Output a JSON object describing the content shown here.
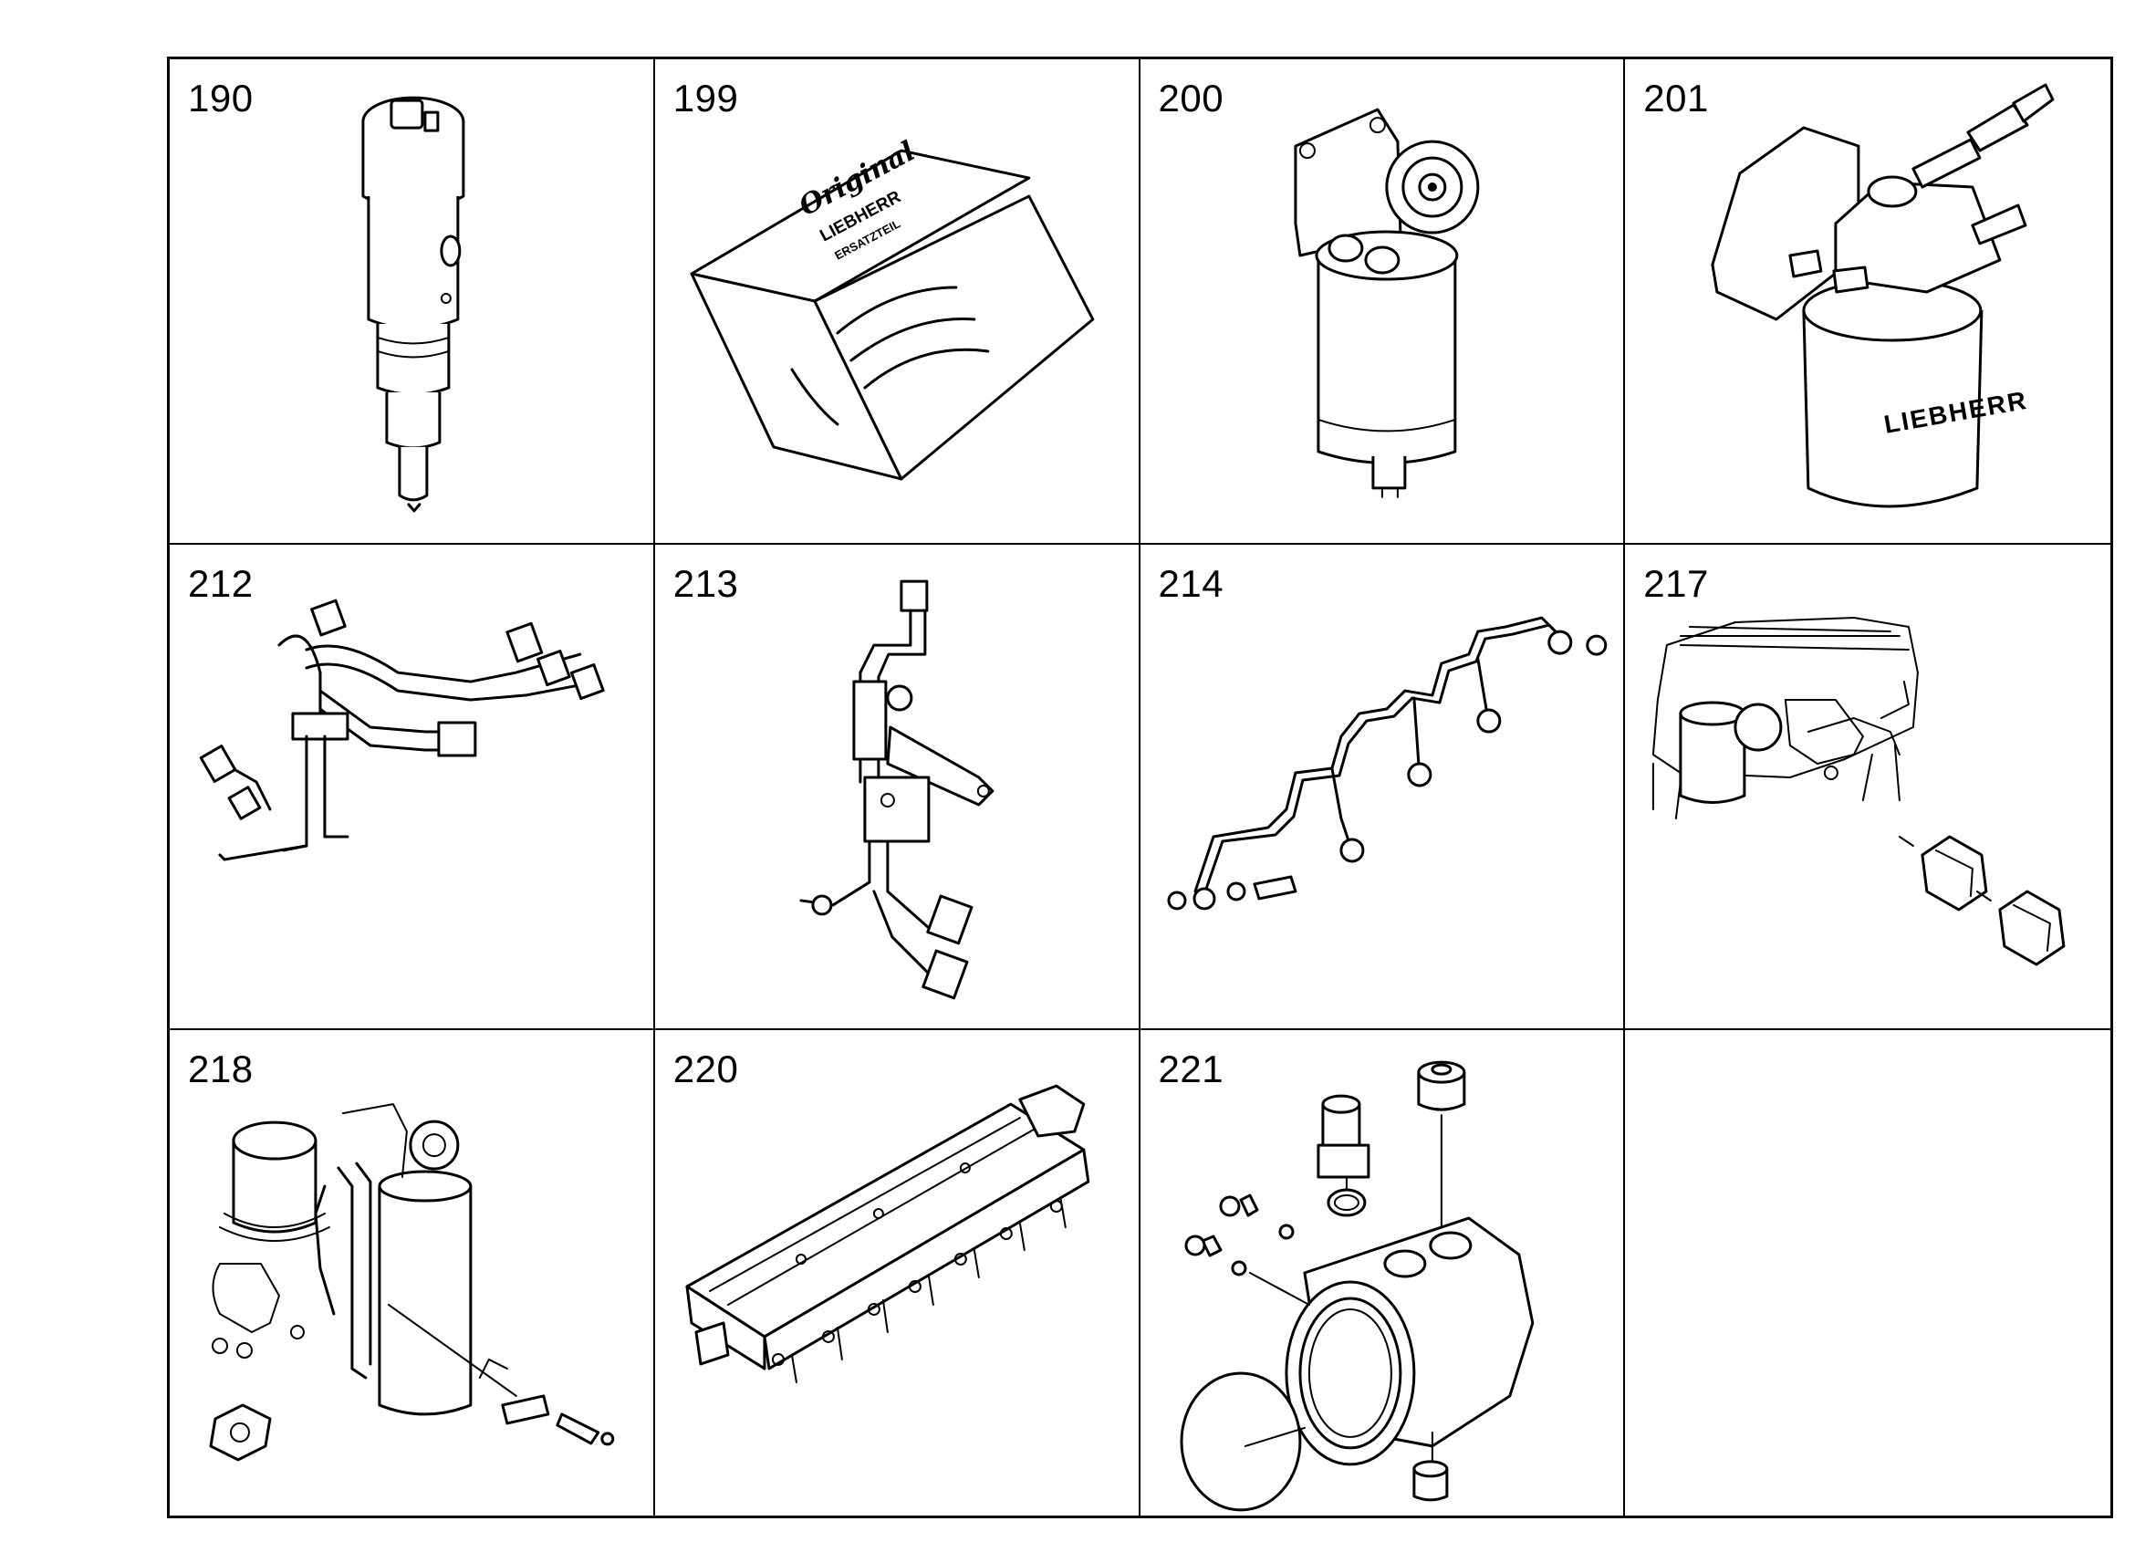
{
  "parts": [
    {
      "number": "190",
      "icon": "fuel-injector-icon"
    },
    {
      "number": "199",
      "icon": "repair-kit-box-icon",
      "box_script": "Original",
      "box_brand": "LIEBHERR",
      "box_subtitle": "ERSATZTEIL"
    },
    {
      "number": "200",
      "icon": "fuel-filter-housing-icon"
    },
    {
      "number": "201",
      "icon": "fuel-filter-with-fittings-icon",
      "brand": "LIEBHERR"
    },
    {
      "number": "212",
      "icon": "fuel-line-assembly-icon"
    },
    {
      "number": "213",
      "icon": "fuel-pipe-bracket-icon"
    },
    {
      "number": "214",
      "icon": "injection-line-set-icon"
    },
    {
      "number": "217",
      "icon": "fuel-connector-fittings-icon"
    },
    {
      "number": "218",
      "icon": "filter-mounting-assembly-icon"
    },
    {
      "number": "220",
      "icon": "intake-manifold-icon"
    },
    {
      "number": "221",
      "icon": "pipe-connector-housing-icon"
    },
    {
      "number": "",
      "icon": ""
    }
  ]
}
